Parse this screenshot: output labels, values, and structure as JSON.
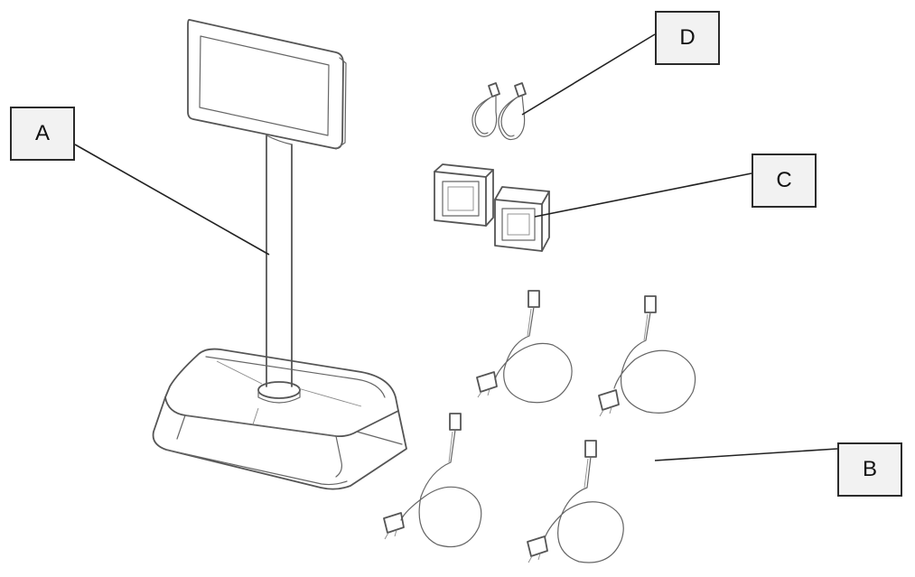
{
  "labels": {
    "a": "A",
    "b": "B",
    "c": "C",
    "d": "D"
  },
  "parts": [
    {
      "label": "A",
      "icon": "display-stand-icon"
    },
    {
      "label": "B",
      "icon": "power-cable-icon"
    },
    {
      "label": "C",
      "icon": "mounting-bracket-icon"
    },
    {
      "label": "D",
      "icon": "cable-tie-icon"
    }
  ],
  "colors": {
    "line": "#555555",
    "label_fill": "#f2f2f2",
    "label_border": "#2b2b2b"
  }
}
